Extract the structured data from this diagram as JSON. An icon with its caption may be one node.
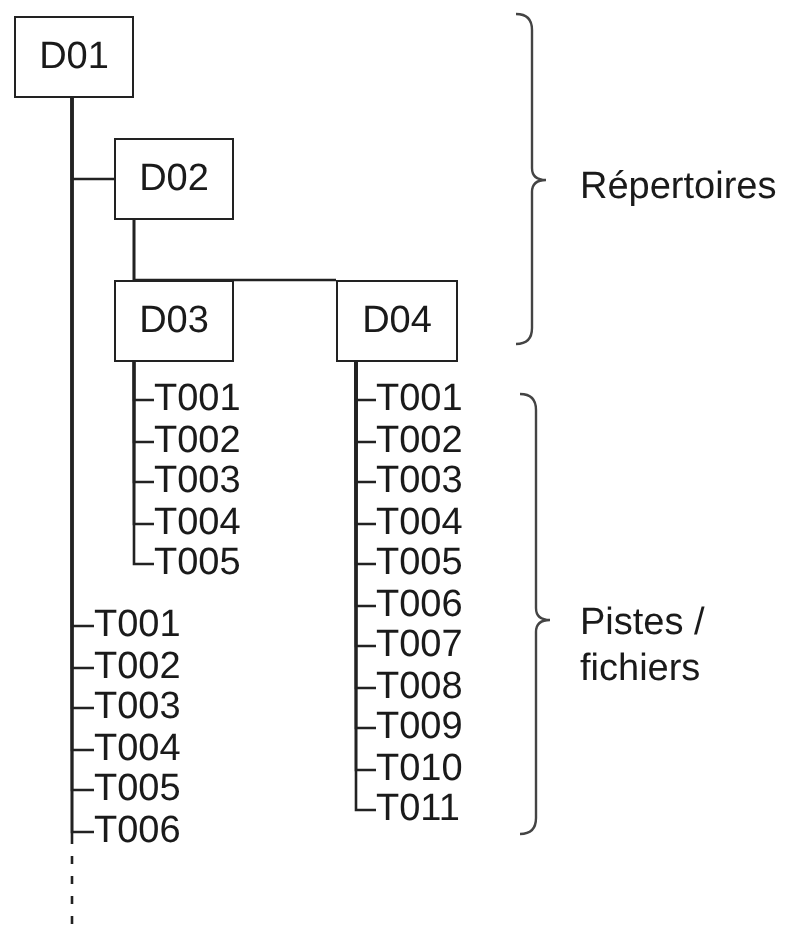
{
  "diagram": {
    "nodes": [
      {
        "text": [
          "D01"
        ]
      },
      {
        "text": [
          "D02"
        ]
      },
      {
        "text": [
          "D03"
        ]
      },
      {
        "text": [
          "D04"
        ]
      },
      {
        "text": [
          "T001"
        ]
      },
      {
        "text": [
          "T002"
        ]
      },
      {
        "text": [
          "T003"
        ]
      },
      {
        "text": [
          "T004"
        ]
      },
      {
        "text": [
          "T005"
        ]
      },
      {
        "text": [
          "T001"
        ]
      },
      {
        "text": [
          "T002"
        ]
      },
      {
        "text": [
          "T003"
        ]
      },
      {
        "text": [
          "T004"
        ]
      },
      {
        "text": [
          "T005"
        ]
      },
      {
        "text": [
          "T006"
        ]
      },
      {
        "text": [
          "T007"
        ]
      },
      {
        "text": [
          "T008"
        ]
      },
      {
        "text": [
          "T009"
        ]
      },
      {
        "text": [
          "T010"
        ]
      },
      {
        "text": [
          "T011"
        ]
      },
      {
        "text": [
          "T001"
        ]
      },
      {
        "text": [
          "T002"
        ]
      },
      {
        "text": [
          "T003"
        ]
      },
      {
        "text": [
          "T004"
        ]
      },
      {
        "text": [
          "T005"
        ]
      },
      {
        "text": [
          "T006"
        ]
      }
    ],
    "edges": [
      {
        "from": 0,
        "to": 1,
        "arrow": "none"
      },
      {
        "from": 1,
        "to": 2,
        "arrow": "none"
      },
      {
        "from": 1,
        "to": 3,
        "arrow": "none"
      },
      {
        "from": 2,
        "to": 4,
        "arrow": "none"
      },
      {
        "from": 2,
        "to": 5,
        "arrow": "none"
      },
      {
        "from": 2,
        "to": 6,
        "arrow": "none"
      },
      {
        "from": 2,
        "to": 7,
        "arrow": "none"
      },
      {
        "from": 2,
        "to": 8,
        "arrow": "none"
      },
      {
        "from": 3,
        "to": 9,
        "arrow": "none"
      },
      {
        "from": 3,
        "to": 10,
        "arrow": "none"
      },
      {
        "from": 3,
        "to": 11,
        "arrow": "none"
      },
      {
        "from": 3,
        "to": 12,
        "arrow": "none"
      },
      {
        "from": 3,
        "to": 13,
        "arrow": "none"
      },
      {
        "from": 3,
        "to": 14,
        "arrow": "none"
      },
      {
        "from": 3,
        "to": 15,
        "arrow": "none"
      },
      {
        "from": 3,
        "to": 16,
        "arrow": "none"
      },
      {
        "from": 3,
        "to": 17,
        "arrow": "none"
      },
      {
        "from": 3,
        "to": 18,
        "arrow": "none"
      },
      {
        "from": 3,
        "to": 19,
        "arrow": "none"
      },
      {
        "from": 0,
        "to": 20,
        "arrow": "none"
      },
      {
        "from": 0,
        "to": 21,
        "arrow": "none"
      },
      {
        "from": 0,
        "to": 22,
        "arrow": "none"
      },
      {
        "from": 0,
        "to": 23,
        "arrow": "none"
      },
      {
        "from": 0,
        "to": 24,
        "arrow": "none"
      },
      {
        "from": 0,
        "to": 25,
        "arrow": "none"
      },
      {
        "from": 0,
        "to": null,
        "arrow": "none",
        "style": "dashed"
      }
    ],
    "labels": [
      "Répertoires",
      "Pistes / fichiers"
    ]
  }
}
